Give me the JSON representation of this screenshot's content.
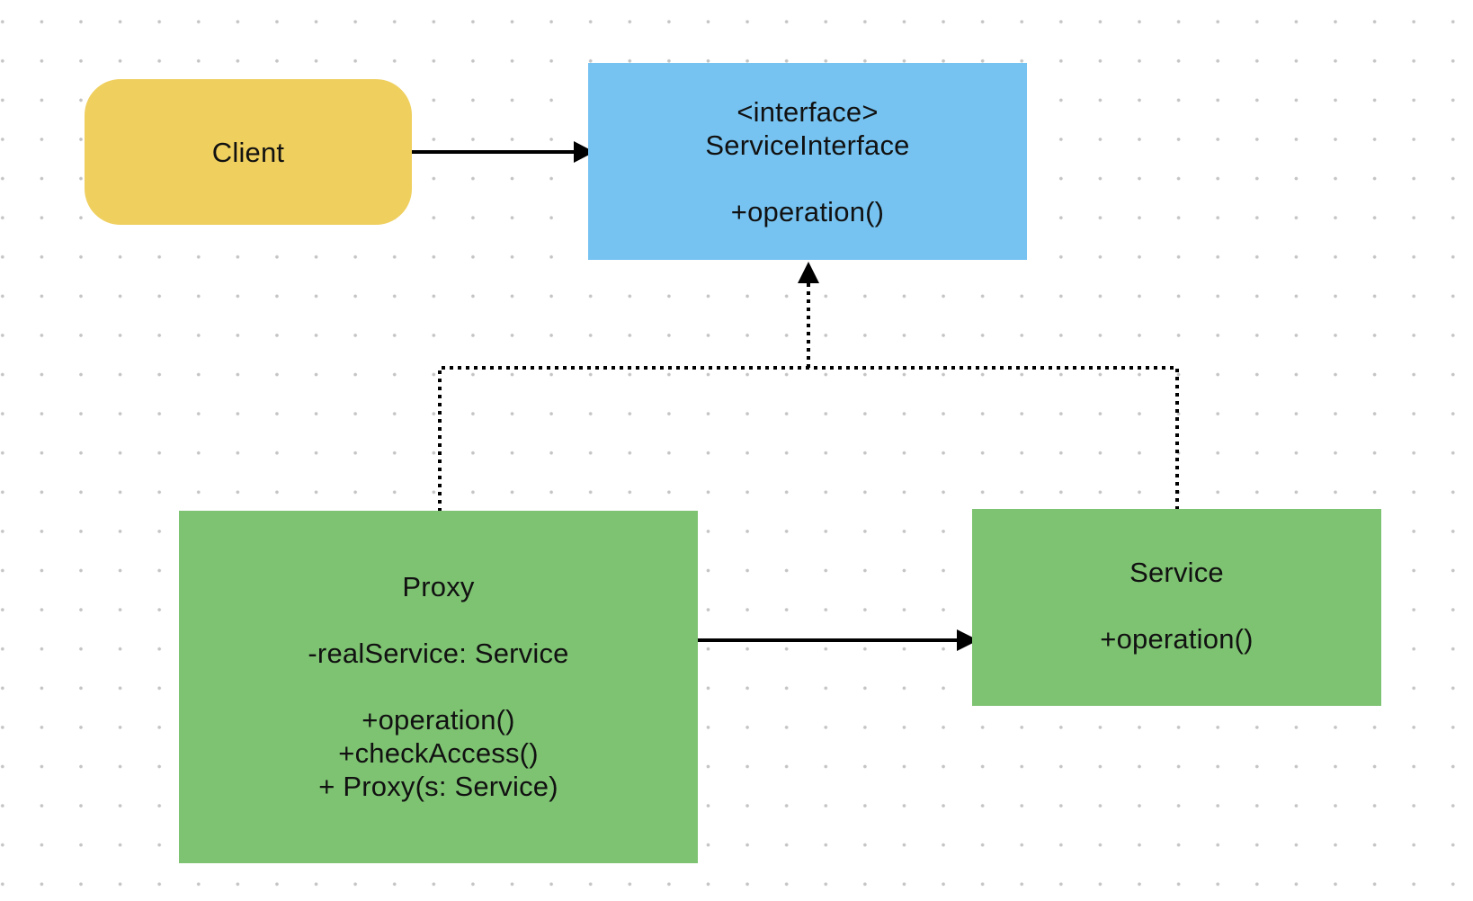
{
  "colors": {
    "client_fill": "#EFCF5E",
    "interface_fill": "#76C3F1",
    "class_fill": "#7EC372",
    "edge": "#000000",
    "canvas_dots": "#C4C4C4"
  },
  "nodes": {
    "client": {
      "lines": [
        "Client"
      ]
    },
    "service_interface": {
      "lines": [
        "<interface>",
        "ServiceInterface",
        "",
        "+operation()"
      ]
    },
    "proxy": {
      "lines": [
        "Proxy",
        "",
        "-realService: Service",
        "",
        "+operation()",
        "+checkAccess()",
        "+ Proxy(s: Service)"
      ]
    },
    "service": {
      "lines": [
        "Service",
        "",
        "+operation()"
      ]
    }
  },
  "edges": [
    {
      "from": "client",
      "to": "service_interface",
      "style": "solid",
      "arrow": "filled-triangle"
    },
    {
      "from": "proxy",
      "to": "service_interface",
      "style": "dotted",
      "arrow": "filled-triangle"
    },
    {
      "from": "service",
      "to": "service_interface",
      "style": "dotted",
      "arrow": "filled-triangle"
    },
    {
      "from": "proxy",
      "to": "service",
      "style": "solid",
      "arrow": "filled-triangle"
    }
  ]
}
